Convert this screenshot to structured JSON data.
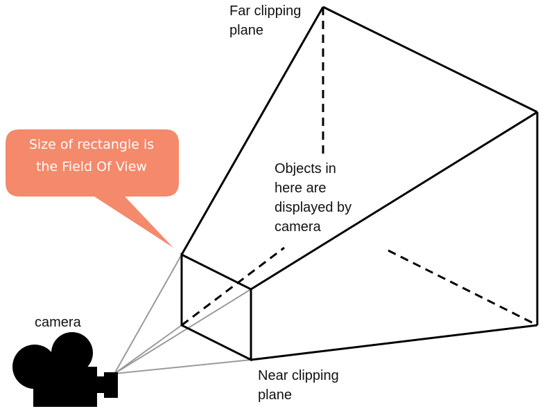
{
  "labels": {
    "far_clipping_plane": "Far clipping\nplane",
    "near_clipping_plane": "Near clipping\nplane",
    "objects_inside": "Objects in\nhere are\ndisplayed by\ncamera",
    "camera": "camera"
  },
  "callout": {
    "text": "Size of rectangle is\nthe Field Of View",
    "fill_color": "#F4896B",
    "text_color": "#FFFFFF"
  },
  "colors": {
    "frustum_edges": "#000000",
    "camera_rays": "#9A9A9A",
    "camera_icon": "#000000"
  },
  "icons": [
    "camera-icon"
  ]
}
